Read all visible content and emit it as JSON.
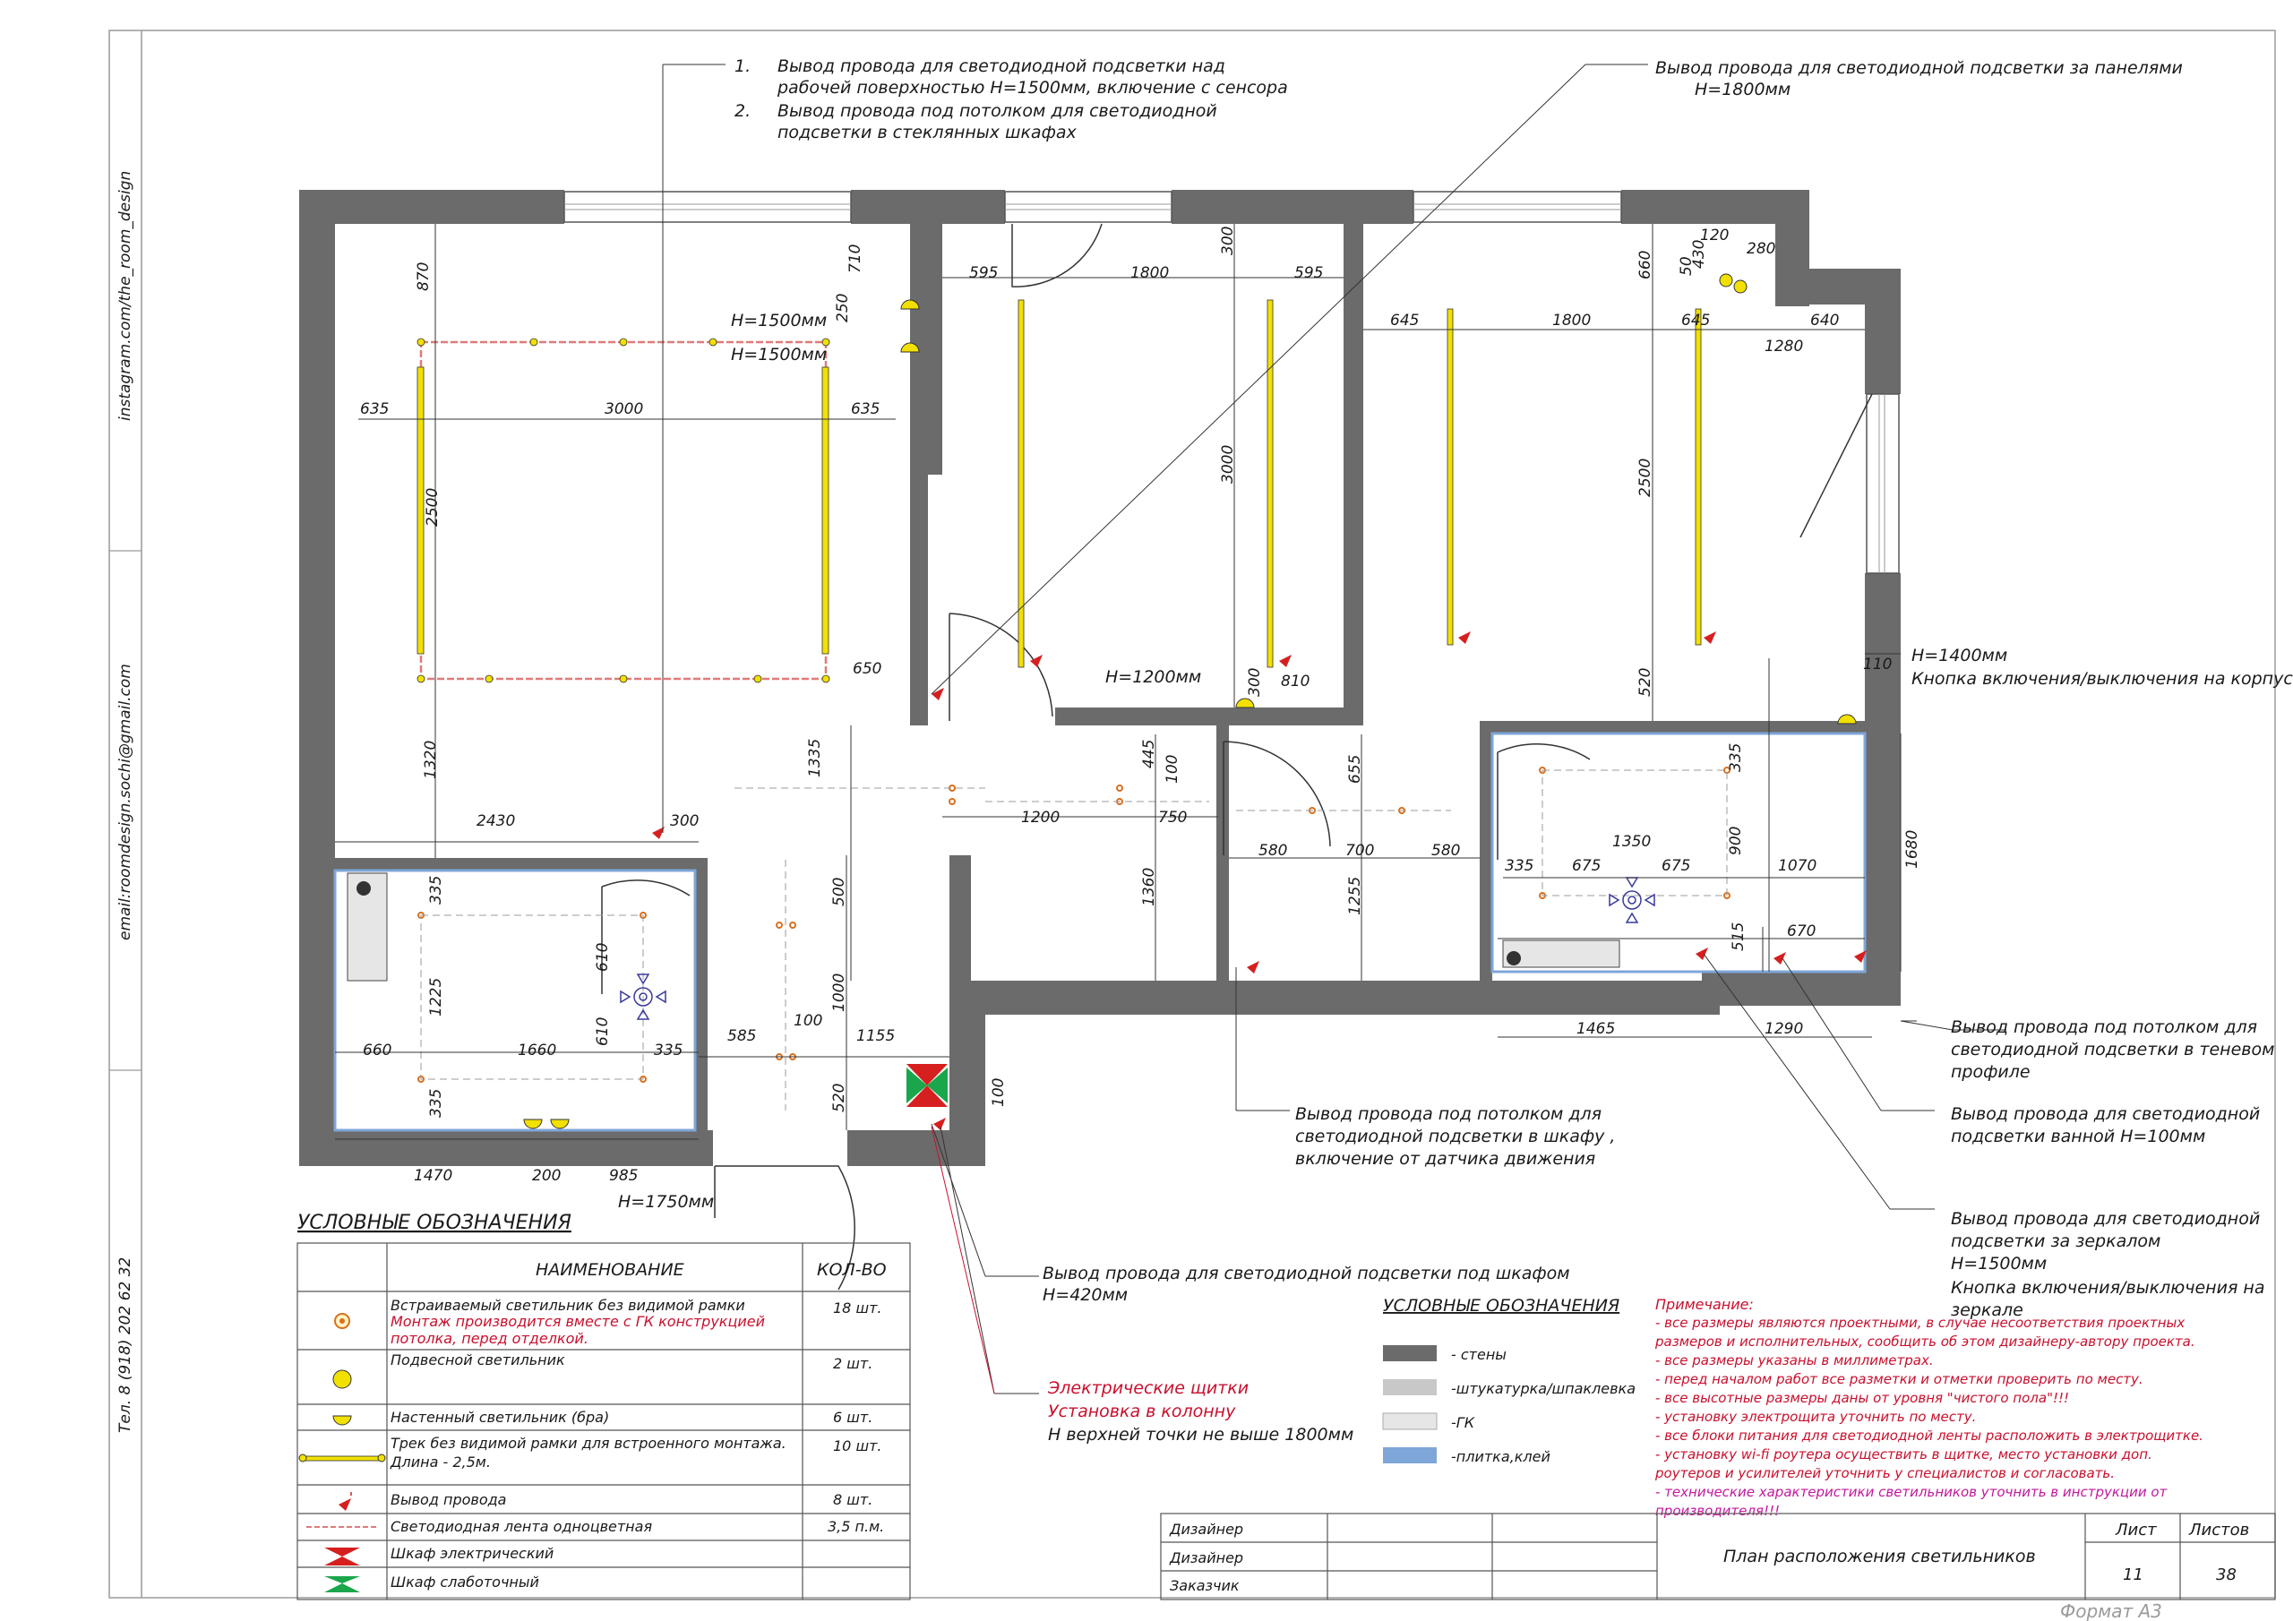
{
  "sidebar": {
    "instagram": "instagram.com/the_room_design",
    "email": "email:roomdesign.sochi@gmail.com",
    "phone": "Тел. 8 (918) 202 62 32"
  },
  "callouts": {
    "top_left_1": "Вывод провода для светодиодной подсветки над",
    "top_left_1b": "рабочей поверхностью H=1500мм, включение с сенсора",
    "top_left_2": "Вывод провода под потолком для светодиодной",
    "top_left_2b": "подсветки в стеклянных шкафах",
    "top_left_num1": "1.",
    "top_left_num2": "2.",
    "top_right": "Вывод провода для светодиодной подсветки за панелями",
    "top_right_h": "H=1800мм",
    "right_switch_h": "H=1400мм",
    "right_switch": "Кнопка включения/выключения на корпусе",
    "right_1a": "Вывод провода под потолком для",
    "right_1b": "светодиодной подсветки в теневом",
    "right_1c": "профиле",
    "right_2a": "Вывод провода для светодиодной",
    "right_2b": "подсветки ванной H=100мм",
    "right_3a": "Вывод провода для светодиодной",
    "right_3b": "подсветки за зеркалом",
    "right_3c": "H=1500мм",
    "right_3d": "Кнопка включения/выключения на",
    "right_3e": "зеркале",
    "middle_1a": "Вывод провода под потолком для",
    "middle_1b": "светодиодной подсветки в шкафу ,",
    "middle_1c": "включение от датчика движения",
    "under_cab_a": "Вывод провода для светодиодной подсветки под шкафом",
    "under_cab_b": "H=420мм",
    "panels_a": "Электрические щитки",
    "panels_b": "Установка в колонну",
    "panels_c": "H верхней точки не выше 1800мм"
  },
  "heights": {
    "h1500_a": "H=1500мм",
    "h1500_b": "H=1500мм",
    "h1200": "H=1200мм",
    "h1750": "H=1750мм"
  },
  "dims": {
    "d870": "870",
    "d710": "710",
    "d250": "250",
    "d635a": "635",
    "d3000a": "3000",
    "d635b": "635",
    "d2500a": "2500",
    "d650": "650",
    "d1320": "1320",
    "d2430": "2430",
    "d300a": "300",
    "d595a": "595",
    "d1800a": "1800",
    "d300b": "300",
    "d595b": "595",
    "d3000b": "3000",
    "d300c": "300",
    "d810": "810",
    "d660": "660",
    "d50": "50",
    "d430": "430",
    "d120": "120",
    "d280": "280",
    "d645a": "645",
    "d1800b": "1800",
    "d645b": "645",
    "d640": "640",
    "d1280": "1280",
    "d2500b": "2500",
    "d520a": "520",
    "d110": "110",
    "d1335": "1335",
    "d445": "445",
    "d100a": "100",
    "d1200": "1200",
    "d750": "750",
    "d655": "655",
    "d580a": "580",
    "d700": "700",
    "d580b": "580",
    "d335a": "335",
    "d900": "900",
    "d1350": "1350",
    "d335b": "335",
    "d675a": "675",
    "d675b": "675",
    "d1070": "1070",
    "d1680": "1680",
    "d670": "670",
    "d515": "515",
    "d1465": "1465",
    "d1290": "1290",
    "d500": "500",
    "d1360": "1360",
    "d1255": "1255",
    "d1000": "1000",
    "d585": "585",
    "d100b": "100",
    "d1155": "1155",
    "d520b": "520",
    "d100c": "100",
    "d335c": "335",
    "d610a": "610",
    "d1225": "1225",
    "d610b": "610",
    "d660b": "660",
    "d1660": "1660",
    "d335d": "335",
    "d335e": "335",
    "d1470": "1470",
    "d200": "200",
    "d985": "985"
  },
  "legend": {
    "title": "УСЛОВНЫЕ ОБОЗНАЧЕНИЯ",
    "col_name": "НАИМЕНОВАНИЕ",
    "col_qty": "КОЛ-ВО",
    "rows": [
      {
        "name": "Встраиваемый светильник без видимой рамки",
        "note1": "Монтаж производится вместе с ГК конструкцией",
        "note2": "потолка, перед отделкой.",
        "qty": "18 шт.",
        "icon": "recessed-light-icon"
      },
      {
        "name": "Подвесной светильник",
        "qty": "2 шт.",
        "icon": "pendant-light-icon"
      },
      {
        "name": "Настенный светильник (бра)",
        "qty": "6 шт.",
        "icon": "wall-sconce-icon"
      },
      {
        "name": "Трек без видимой рамки для встроенного монтажа.",
        "name2": "Длина - 2,5м.",
        "qty": "10 шт.",
        "icon": "track-light-icon"
      },
      {
        "name": "Вывод провода",
        "qty": "8 шт.",
        "icon": "wire-outlet-icon"
      },
      {
        "name": "Светодиодная лента одноцветная",
        "qty": "3,5 п.м.",
        "icon": "led-strip-icon"
      },
      {
        "name": "Шкаф электрический",
        "qty": "",
        "icon": "electrical-cabinet-icon"
      },
      {
        "name": "Шкаф слаботочный",
        "qty": "",
        "icon": "lowcurrent-cabinet-icon"
      }
    ]
  },
  "materials": {
    "title": "УСЛОВНЫЕ ОБОЗНАЧЕНИЯ",
    "items": [
      {
        "label": "- стены",
        "color": "#6b6b6b"
      },
      {
        "label": "-штукатурка/шпаклевка",
        "color": "#c8c8c8"
      },
      {
        "label": "-ГК",
        "color": "#e6e6e6"
      },
      {
        "label": "-плитка,клей",
        "color": "#7ea6d8"
      }
    ]
  },
  "notes": {
    "title": "Примечание:",
    "lines": [
      {
        "text": "-       все размеры являются проектными, в случае несоответствия проектных",
        "color": "red"
      },
      {
        "text": "размеров и исполнительных, сообщить об этом  дизайнеру-автору проекта.",
        "color": "red"
      },
      {
        "text": "-       все размеры указаны в миллиметрах.",
        "color": "red"
      },
      {
        "text": "-       перед началом работ все разметки и отметки проверить по месту.",
        "color": "red"
      },
      {
        "text": "-       все высотные размеры даны от уровня \"чистого пола\"!!!",
        "color": "red"
      },
      {
        "text": "-       установку электрощита уточнить по месту.",
        "color": "red"
      },
      {
        "text": "-       все блоки питания для светодиодной ленты расположить в электрощитке.",
        "color": "red"
      },
      {
        "text": "-       установку wi-fi роутера осуществить в щитке, место установки доп.",
        "color": "red"
      },
      {
        "text": "роутеров и усилителей уточнить у специалистов и согласовать.",
        "color": "red"
      },
      {
        "text": "-       технические характеристики светильников уточнить в инструкции от",
        "color": "magenta"
      },
      {
        "text": "производителя!!!",
        "color": "magenta"
      }
    ]
  },
  "titleblock": {
    "designer1": "Дизайнер",
    "designer2": "Дизайнер",
    "customer": "Заказчик",
    "title": "План расположения светильников",
    "sheet_label": "Лист",
    "sheets_label": "Листов",
    "sheet": "11",
    "sheets": "38",
    "format": "Формат А3"
  },
  "colors": {
    "wall": "#6b6b6b",
    "track": "#f2e000",
    "led": "#e07a7a",
    "wire": "#d61f1f",
    "lowcurrent": "#1aa64b",
    "tile": "#7ea6d8"
  }
}
